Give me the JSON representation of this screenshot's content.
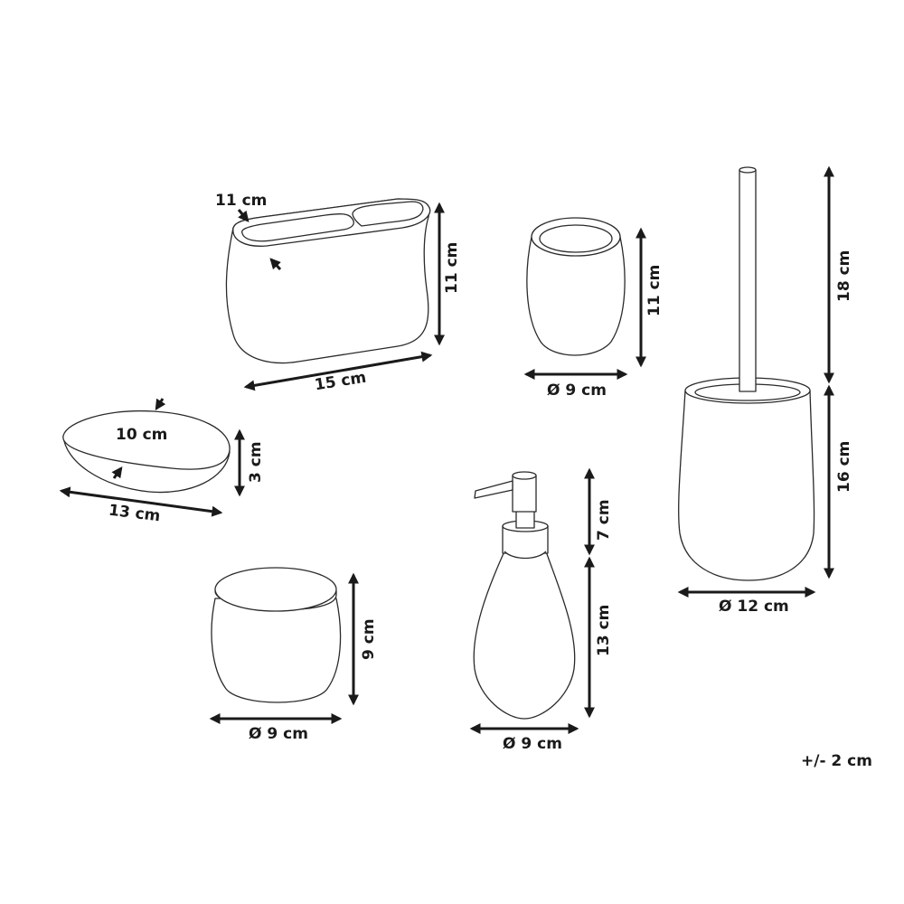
{
  "colors": {
    "line": "#2a2a2a",
    "dimension": "#1a1a1a",
    "background": "#ffffff"
  },
  "products": {
    "toothbrush_holder": {
      "wall_thickness": "11 cm",
      "height": "11 cm",
      "width": "15 cm"
    },
    "tumbler": {
      "height": "11 cm",
      "diameter": "Ø 9 cm"
    },
    "toilet_brush": {
      "handle_height": "18 cm",
      "holder_height": "16 cm",
      "diameter": "Ø 12 cm"
    },
    "soap_dish": {
      "inner_length": "10 cm",
      "height": "3 cm",
      "length": "13 cm"
    },
    "container": {
      "height": "9 cm",
      "diameter": "Ø 9 cm"
    },
    "soap_dispenser": {
      "pump_height": "7 cm",
      "body_height": "13 cm",
      "diameter": "Ø 9 cm"
    }
  },
  "tolerance": "+/- 2 cm"
}
